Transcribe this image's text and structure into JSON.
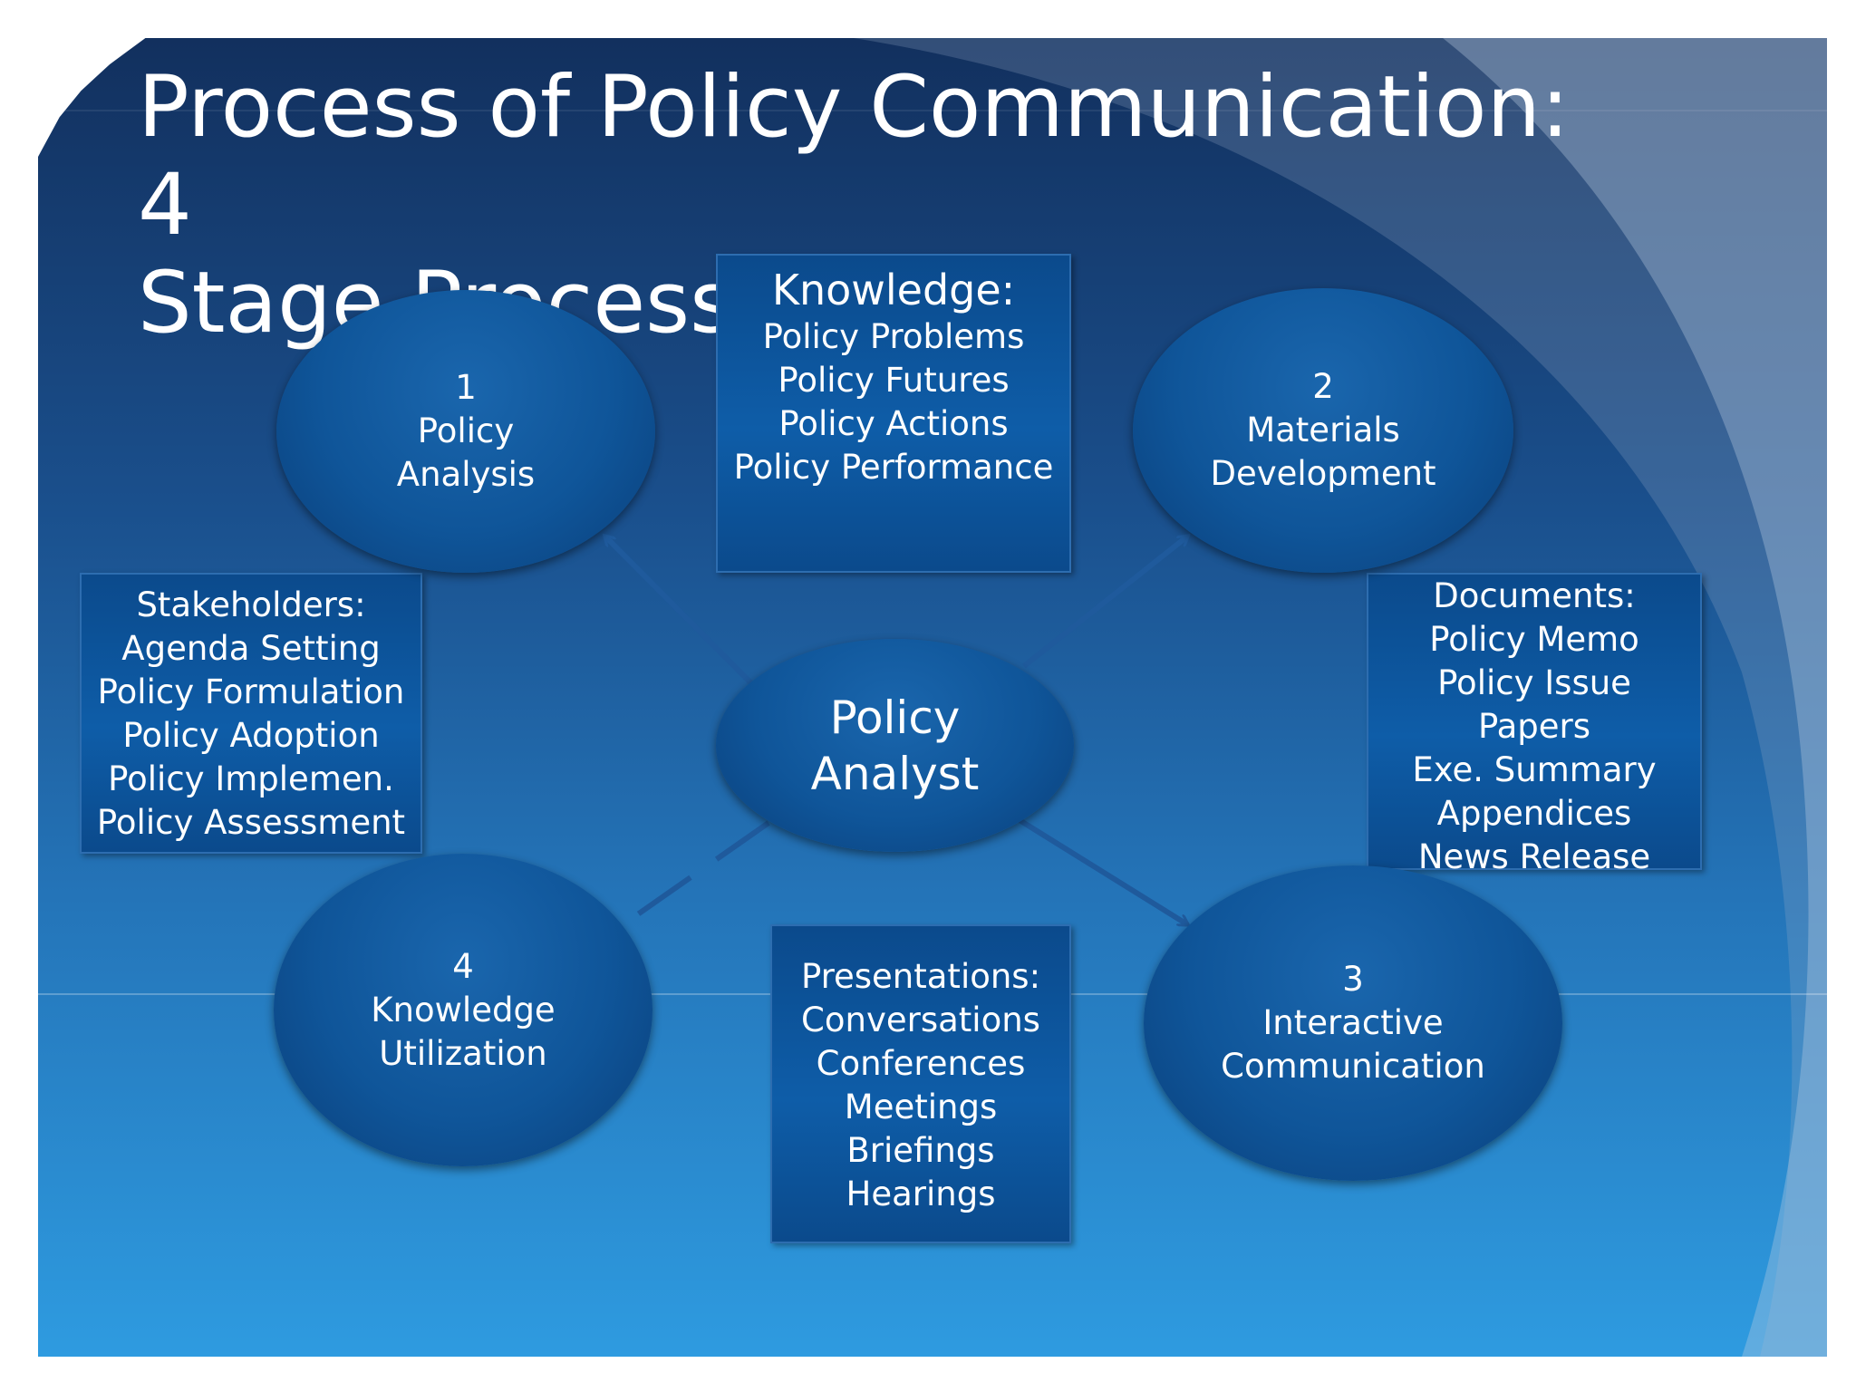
{
  "title": [
    "Process of Policy Communication: 4",
    "Stage Process"
  ],
  "center": [
    "Policy",
    "Analyst"
  ],
  "stage1": [
    "1",
    "Policy",
    "Analysis"
  ],
  "stage2": [
    "2",
    "Materials",
    "Development"
  ],
  "stage3": [
    "3",
    "Interactive",
    "Communication"
  ],
  "stage4": [
    "4",
    "Knowledge",
    "Utilization"
  ],
  "knowledge": {
    "heading": "Knowledge:",
    "items": [
      "Policy Problems",
      "Policy Futures",
      "Policy Actions",
      "Policy Performance"
    ]
  },
  "stakeholders": {
    "heading": "Stakeholders:",
    "items": [
      "Agenda Setting",
      "Policy Formulation",
      "Policy Adoption",
      "Policy Implemen.",
      "Policy Assessment"
    ]
  },
  "documents": {
    "heading": "Documents:",
    "items": [
      "Policy Memo",
      "Policy Issue",
      "Papers",
      "Exe. Summary",
      "Appendices",
      "News Release"
    ]
  },
  "presentations": {
    "heading": "Presentations:",
    "items": [
      "Conversations",
      "Conferences",
      "Meetings",
      "Briefings",
      "Hearings"
    ]
  },
  "colors": {
    "arrow": "#1f5a9c",
    "node": "#0f5599",
    "text": "#ffffff"
  }
}
